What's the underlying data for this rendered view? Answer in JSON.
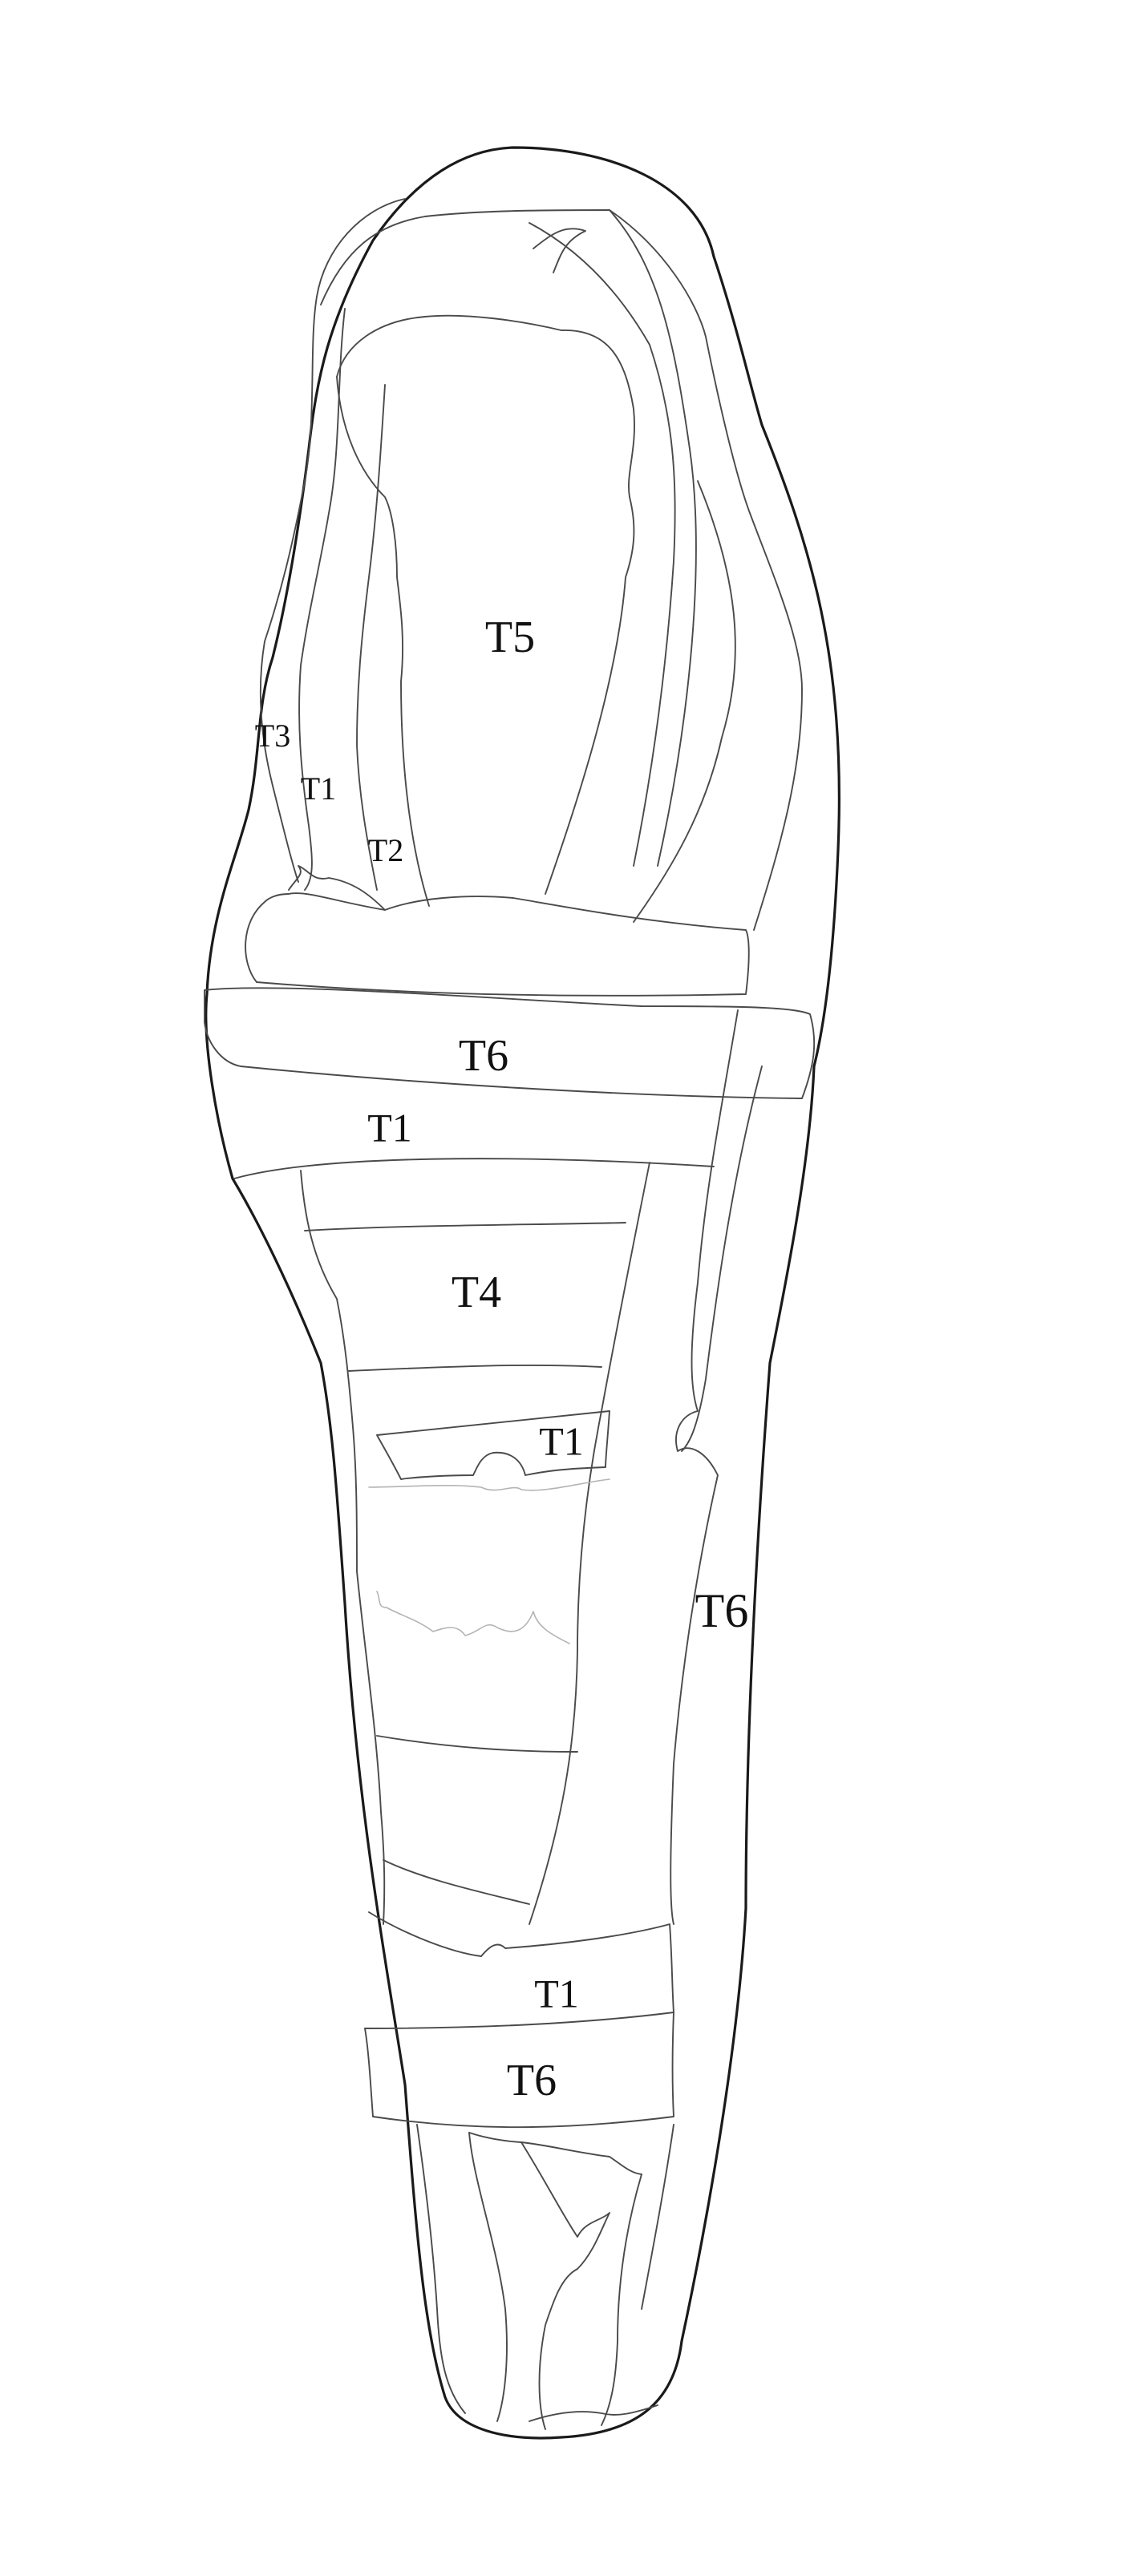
{
  "labels": {
    "head_layer": "T5",
    "side_layer_outer": "T3",
    "side_layer_middle": "T1",
    "side_layer_inner": "T2",
    "chest_band": "T6",
    "upper_band": "T1",
    "torso_panel": "T4",
    "waist_band": "T1",
    "long_strap": "T6",
    "knee_band": "T1",
    "shin_band": "T6"
  }
}
